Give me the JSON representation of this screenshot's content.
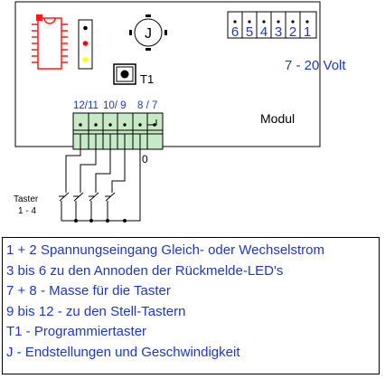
{
  "board": {
    "terminal_numbers": [
      "6",
      "5",
      "4",
      "3",
      "2",
      "1"
    ],
    "voltage_label": "7 - 20 Volt",
    "module_label": "Modul",
    "programming_button_label": "T1",
    "jumper_label": "J",
    "button_terminal_labels": [
      "12/11",
      "10/ 9",
      "8 / 7"
    ],
    "ground_label": "0",
    "buttons_label_line1": "Taster",
    "buttons_label_line2": "1 - 4"
  },
  "legend": [
    "1 + 2 Spannungseingang Gleich- oder Wechselstrom",
    "3 bis 6 zu den Annoden der Rückmelde-LED's",
    "7 + 8 - Masse für die Taster",
    "9 bis 12 - zu den Stell-Tastern",
    "T1 - Programmiertaster",
    "J - Endstellungen und Geschwindigkeit"
  ],
  "colors": {
    "ic": "#ff1a1a",
    "led_red": "#ff0000",
    "led_yellow": "#ffff00",
    "label_blue": "#1f36c9",
    "terminal_green": "#c6e9c6"
  }
}
